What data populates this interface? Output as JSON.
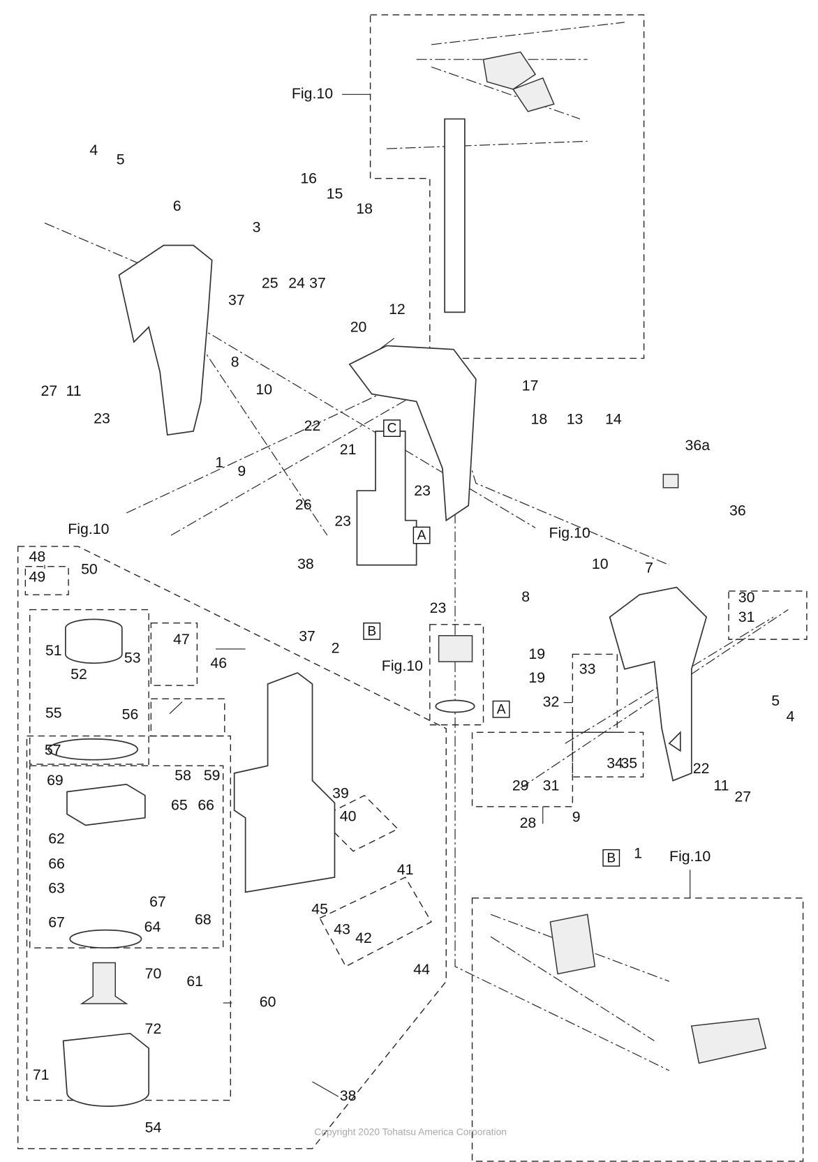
{
  "copyright": "Copyright 2020 Tohatsu America Corporation",
  "reference_labels": [
    "Fig.10",
    "Fig.10",
    "Fig.10",
    "Fig.10",
    "Fig.10"
  ],
  "box_labels": [
    "C",
    "A",
    "B",
    "A",
    "B"
  ],
  "part_numbers": [
    "4",
    "5",
    "6",
    "16",
    "15",
    "18",
    "3",
    "37",
    "25",
    "24",
    "37",
    "20",
    "12",
    "10",
    "8",
    "27",
    "11",
    "23",
    "17",
    "13",
    "14",
    "36a",
    "22",
    "21",
    "23",
    "1",
    "9",
    "26",
    "23",
    "48",
    "49",
    "50",
    "51",
    "52",
    "53",
    "47",
    "46",
    "55",
    "56",
    "57",
    "38",
    "37",
    "2",
    "23",
    "10",
    "7",
    "36",
    "30",
    "31",
    "8",
    "19",
    "19",
    "33",
    "32",
    "5",
    "4",
    "34",
    "35",
    "22",
    "11",
    "27",
    "29",
    "31",
    "28",
    "9",
    "1",
    "39",
    "40",
    "69",
    "58",
    "59",
    "65",
    "66",
    "62",
    "66",
    "63",
    "67",
    "68",
    "67",
    "64",
    "61",
    "41",
    "45",
    "43",
    "42",
    "44",
    "70",
    "60",
    "72",
    "71",
    "38",
    "54",
    "18"
  ]
}
